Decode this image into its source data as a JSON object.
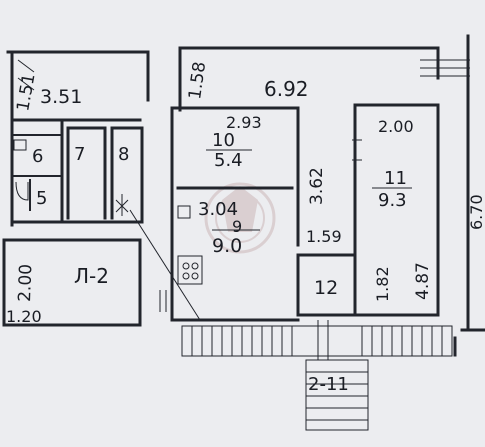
{
  "plan": {
    "overall_width": "6.92",
    "left_top_height": "1.51",
    "left_top_width": "3.51",
    "corridor_height": "1.58",
    "rooms": {
      "r6": "6",
      "r7": "7",
      "r8": "8",
      "r5": "5",
      "r10_dim": "2.93",
      "r10_num": "10",
      "r10_area": "5.4",
      "r10_side": "3.62",
      "r9_dim": "3.04",
      "r9_num": "9",
      "r9_area": "9.0",
      "r12_dim": "1.59",
      "r12_num": "12",
      "r11_dim": "2.00",
      "r11_num": "11",
      "r11_area": "9.3",
      "r11_left": "1.82",
      "r11_right": "4.87",
      "l2_label": "Л-2",
      "l2_height": "2.00",
      "l2_width": "1.20",
      "stair_label": "2-11",
      "right_side": "6.70"
    }
  }
}
